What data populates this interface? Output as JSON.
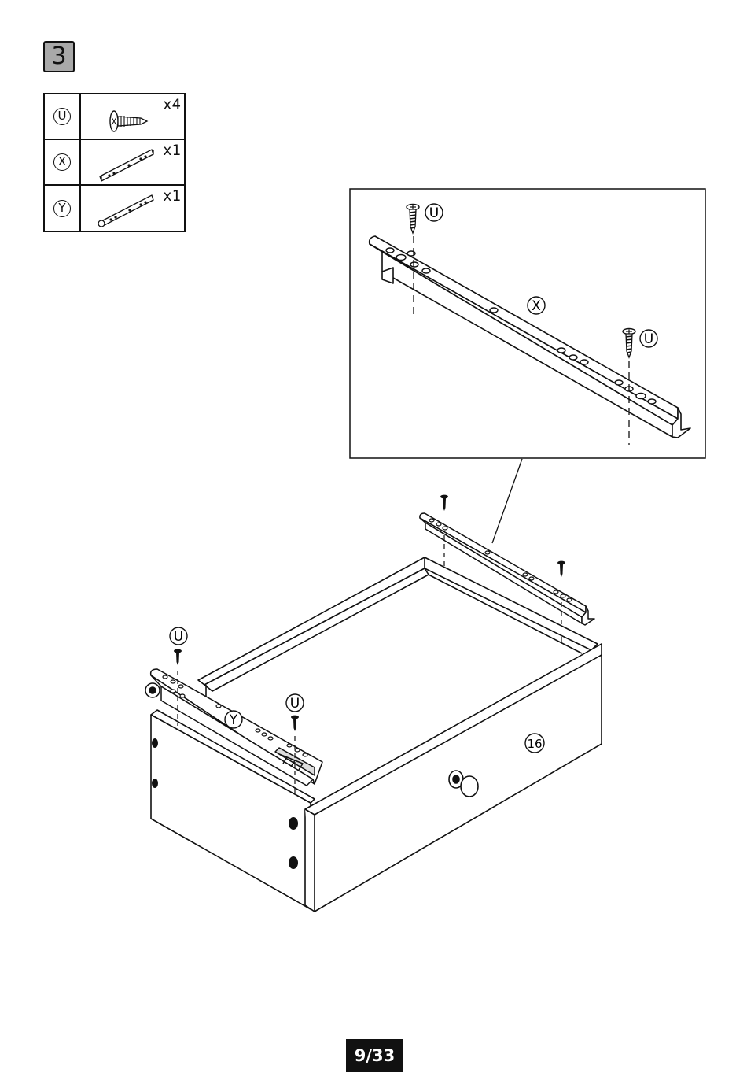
{
  "step": {
    "number": "3"
  },
  "parts": [
    {
      "id": "U",
      "qty": "x4",
      "icon": "screw-icon"
    },
    {
      "id": "X",
      "qty": "x1",
      "icon": "drawer-rail-x-icon"
    },
    {
      "id": "Y",
      "qty": "x1",
      "icon": "drawer-rail-y-icon"
    }
  ],
  "labels": {
    "screw": "U",
    "rail_x": "X",
    "rail_y": "Y",
    "drawer_panel": "16"
  },
  "page": {
    "number": "9/33"
  }
}
